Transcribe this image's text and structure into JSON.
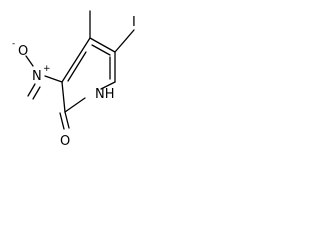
{
  "molecule": {
    "atoms": {
      "iodine": "I",
      "nitro_nitrogen": "N",
      "nitro_positive_charge": "+",
      "nitro_oxygen_minus": "O",
      "nitro_negative_charge": "-",
      "ring_nh": "NH",
      "carbonyl_oxygen": "O"
    }
  }
}
